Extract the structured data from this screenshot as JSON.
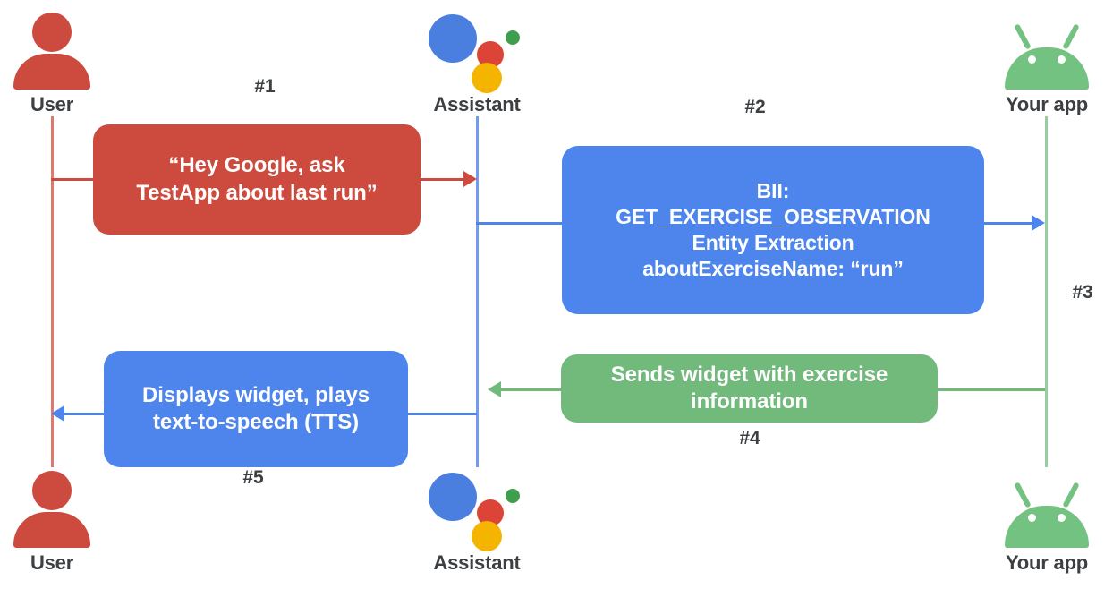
{
  "diagram": {
    "type": "sequence-diagram",
    "title": "Google Assistant App Actions sequence",
    "colors": {
      "user_red": "#cd4b3e",
      "assistant_blue": "#4e85ec",
      "app_green": "#74c282",
      "box_green": "#72b97c",
      "text_dark": "#3c4043",
      "background": "#ffffff"
    }
  },
  "actors": {
    "user_top": {
      "label": "User",
      "icon": "user-person-icon"
    },
    "assistant_top": {
      "label": "Assistant",
      "icon": "google-assistant-icon"
    },
    "app_top": {
      "label": "Your app",
      "icon": "android-robot-icon"
    },
    "user_bottom": {
      "label": "User",
      "icon": "user-person-icon"
    },
    "assistant_bottom": {
      "label": "Assistant",
      "icon": "google-assistant-icon"
    },
    "app_bottom": {
      "label": "Your app",
      "icon": "android-robot-icon"
    }
  },
  "messages": [
    {
      "id": "msg1",
      "step": "#1",
      "from": "user",
      "to": "assistant",
      "color": "#cd4b3e",
      "lines": [
        "“Hey Google, ask",
        "TestApp about last run”"
      ]
    },
    {
      "id": "msg2",
      "step": "#2",
      "from": "assistant",
      "to": "app",
      "color": "#4e85ec",
      "lines": [
        "BII:",
        "GET_EXERCISE_OBSERVATION",
        "Entity Extraction",
        "aboutExerciseName: “run”"
      ]
    },
    {
      "id": "msg3",
      "step": "#3",
      "from": "assistant",
      "to": "app",
      "color": "#4e85ec",
      "lines": []
    },
    {
      "id": "msg4",
      "step": "#4",
      "from": "app",
      "to": "assistant",
      "color": "#72b97c",
      "lines": [
        "Sends widget with exercise",
        "information"
      ]
    },
    {
      "id": "msg5",
      "step": "#5",
      "from": "assistant",
      "to": "user",
      "color": "#4e85ec",
      "lines": [
        "Displays widget, plays",
        "text-to-speech (TTS)"
      ]
    }
  ]
}
